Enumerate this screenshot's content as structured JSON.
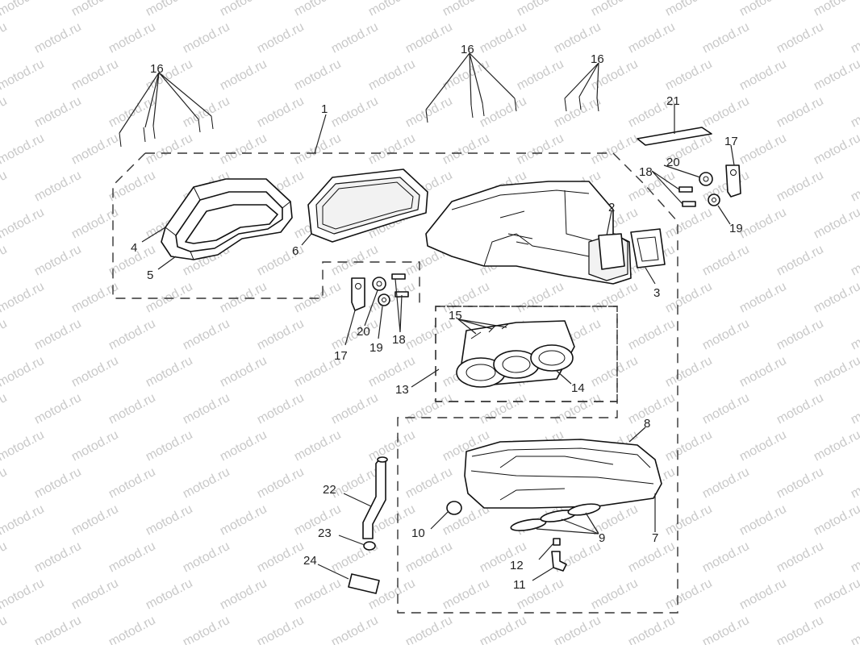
{
  "watermark": "motod.ru",
  "callouts": {
    "c1": "1",
    "c2": "2",
    "c3": "3",
    "c4": "4",
    "c5": "5",
    "c6": "6",
    "c7": "7",
    "c8": "8",
    "c9": "9",
    "c10": "10",
    "c11": "11",
    "c12": "12",
    "c13": "13",
    "c14": "14",
    "c15": "15",
    "c16a": "16",
    "c16b": "16",
    "c16c": "16",
    "c17a": "17",
    "c17b": "17",
    "c18a": "18",
    "c18b": "18",
    "c19a": "19",
    "c19b": "19",
    "c20a": "20",
    "c20b": "20",
    "c21": "21",
    "c22": "22",
    "c23": "23",
    "c24": "24"
  }
}
